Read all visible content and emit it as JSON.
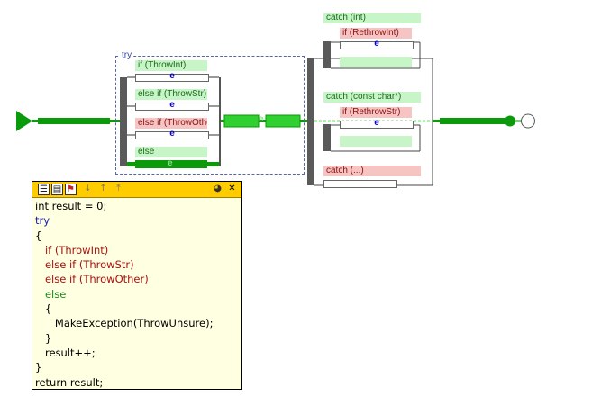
{
  "diagram": {
    "try_label": "try",
    "branches": [
      {
        "label": "if (ThrowInt)",
        "tone": "green"
      },
      {
        "label": "else if (ThrowStr)",
        "tone": "green"
      },
      {
        "label": "else if (ThrowOther)",
        "tone": "red"
      },
      {
        "label": "else",
        "tone": "green"
      }
    ],
    "merge_marker": "e",
    "catches": [
      {
        "label": "catch (int)",
        "tone": "green",
        "inner_label": "if (RethrowInt)"
      },
      {
        "label": "catch (const char*)",
        "tone": "green",
        "inner_label": "if (RethrowStr)"
      },
      {
        "label": "catch (...)",
        "tone": "red"
      }
    ],
    "node_marker": "e",
    "colors": {
      "flow": "#0a9a0a",
      "bar": "#5a5a5a",
      "green_fill": "#c8f5c8",
      "red_fill": "#f7c4c4"
    }
  },
  "code_popup": {
    "toolbar": {
      "icons": [
        "list-icon",
        "list-detail-icon",
        "flag-icon",
        "arrow-down-icon",
        "arrow-up-icon",
        "arrow-top-icon",
        "pin-icon",
        "close-icon"
      ],
      "glyphs": [
        "☰",
        "▤",
        "⚑",
        "↓",
        "↑",
        "⤒",
        "◕",
        "✕"
      ]
    },
    "lines": [
      {
        "text": "int result = 0;",
        "color": "black"
      },
      {
        "text": "try",
        "color": "blue"
      },
      {
        "text": "{",
        "color": "black"
      },
      {
        "text": "   if (ThrowInt)",
        "color": "red"
      },
      {
        "text": "   else if (ThrowStr)",
        "color": "red"
      },
      {
        "text": "   else if (ThrowOther)",
        "color": "red"
      },
      {
        "text": "   else",
        "color": "green"
      },
      {
        "text": "   {",
        "color": "black"
      },
      {
        "text": "      MakeException(ThrowUnsure);",
        "color": "black"
      },
      {
        "text": "   }",
        "color": "black"
      },
      {
        "text": "   result++;",
        "color": "black"
      },
      {
        "text": "}",
        "color": "black"
      },
      {
        "text": "return result;",
        "color": "black"
      }
    ]
  }
}
